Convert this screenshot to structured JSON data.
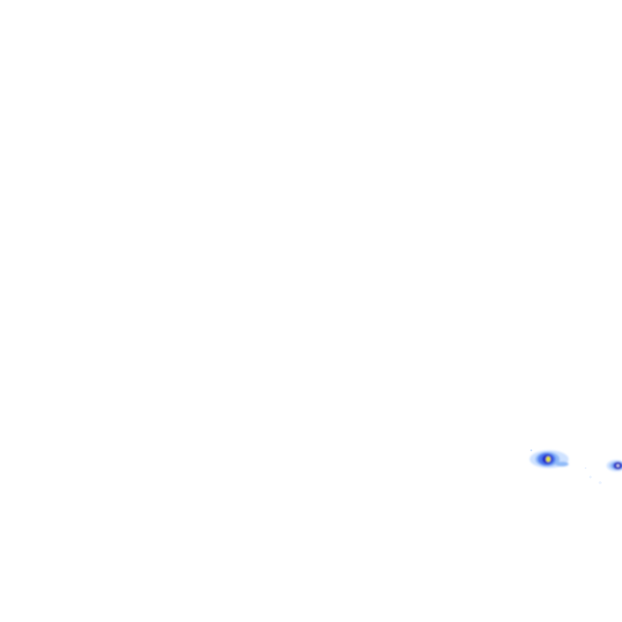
{
  "map": {
    "type": "heat-tile",
    "background": "#ffffff",
    "palette": {
      "faint": "#cfe2ff",
      "light": "#8fbaf8",
      "mid": "#4f7cf0",
      "strong": "#2a3cd8",
      "deep": "#1f1fb8",
      "hot": "#f5f300",
      "white": "#ffffff"
    },
    "hotspots": [
      {
        "name": "hotspot-west",
        "intensity": 1.0
      },
      {
        "name": "hotspot-east",
        "intensity": 0.8
      },
      {
        "name": "hotspot-trail",
        "intensity": 0.2
      }
    ]
  }
}
